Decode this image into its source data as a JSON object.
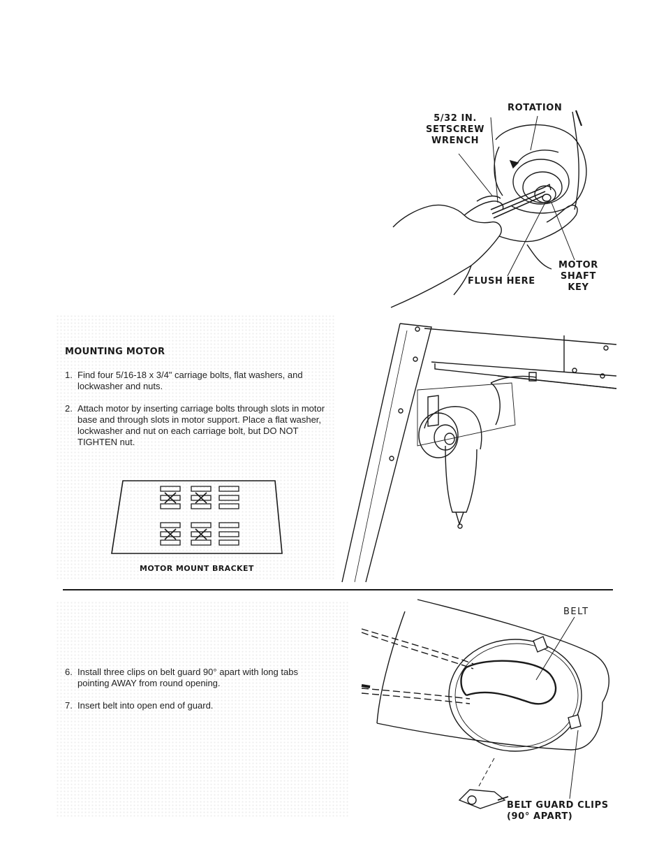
{
  "figure1": {
    "label_wrench": [
      "5/32 IN.",
      "SETSCREW",
      "WRENCH"
    ],
    "label_rotation": "ROTATION",
    "label_flush": "FLUSH HERE",
    "label_key": [
      "MOTOR",
      "SHAFT",
      "KEY"
    ]
  },
  "mounting": {
    "heading": "MOUNTING MOTOR",
    "steps": [
      {
        "num": "1.",
        "text": "Find four 5/16-18 x 3/4\" carriage bolts, flat washers, and lockwasher and nuts."
      },
      {
        "num": "2.",
        "text": "Attach motor by inserting carriage bolts through slots in motor base and through slots in motor support. Place a flat washer, lockwasher and nut on each carriage bolt, but DO NOT TIGHTEN nut."
      }
    ],
    "bracket_caption": "MOTOR MOUNT BRACKET"
  },
  "belt_section": {
    "steps": [
      {
        "num": "6.",
        "text": "Install three clips on belt guard 90° apart with long tabs pointing AWAY from round opening."
      },
      {
        "num": "7.",
        "text": "Insert belt into open end of guard."
      }
    ],
    "label_belt": "BELT",
    "label_clips": [
      "BELT GUARD CLIPS",
      "(90° APART)"
    ]
  }
}
